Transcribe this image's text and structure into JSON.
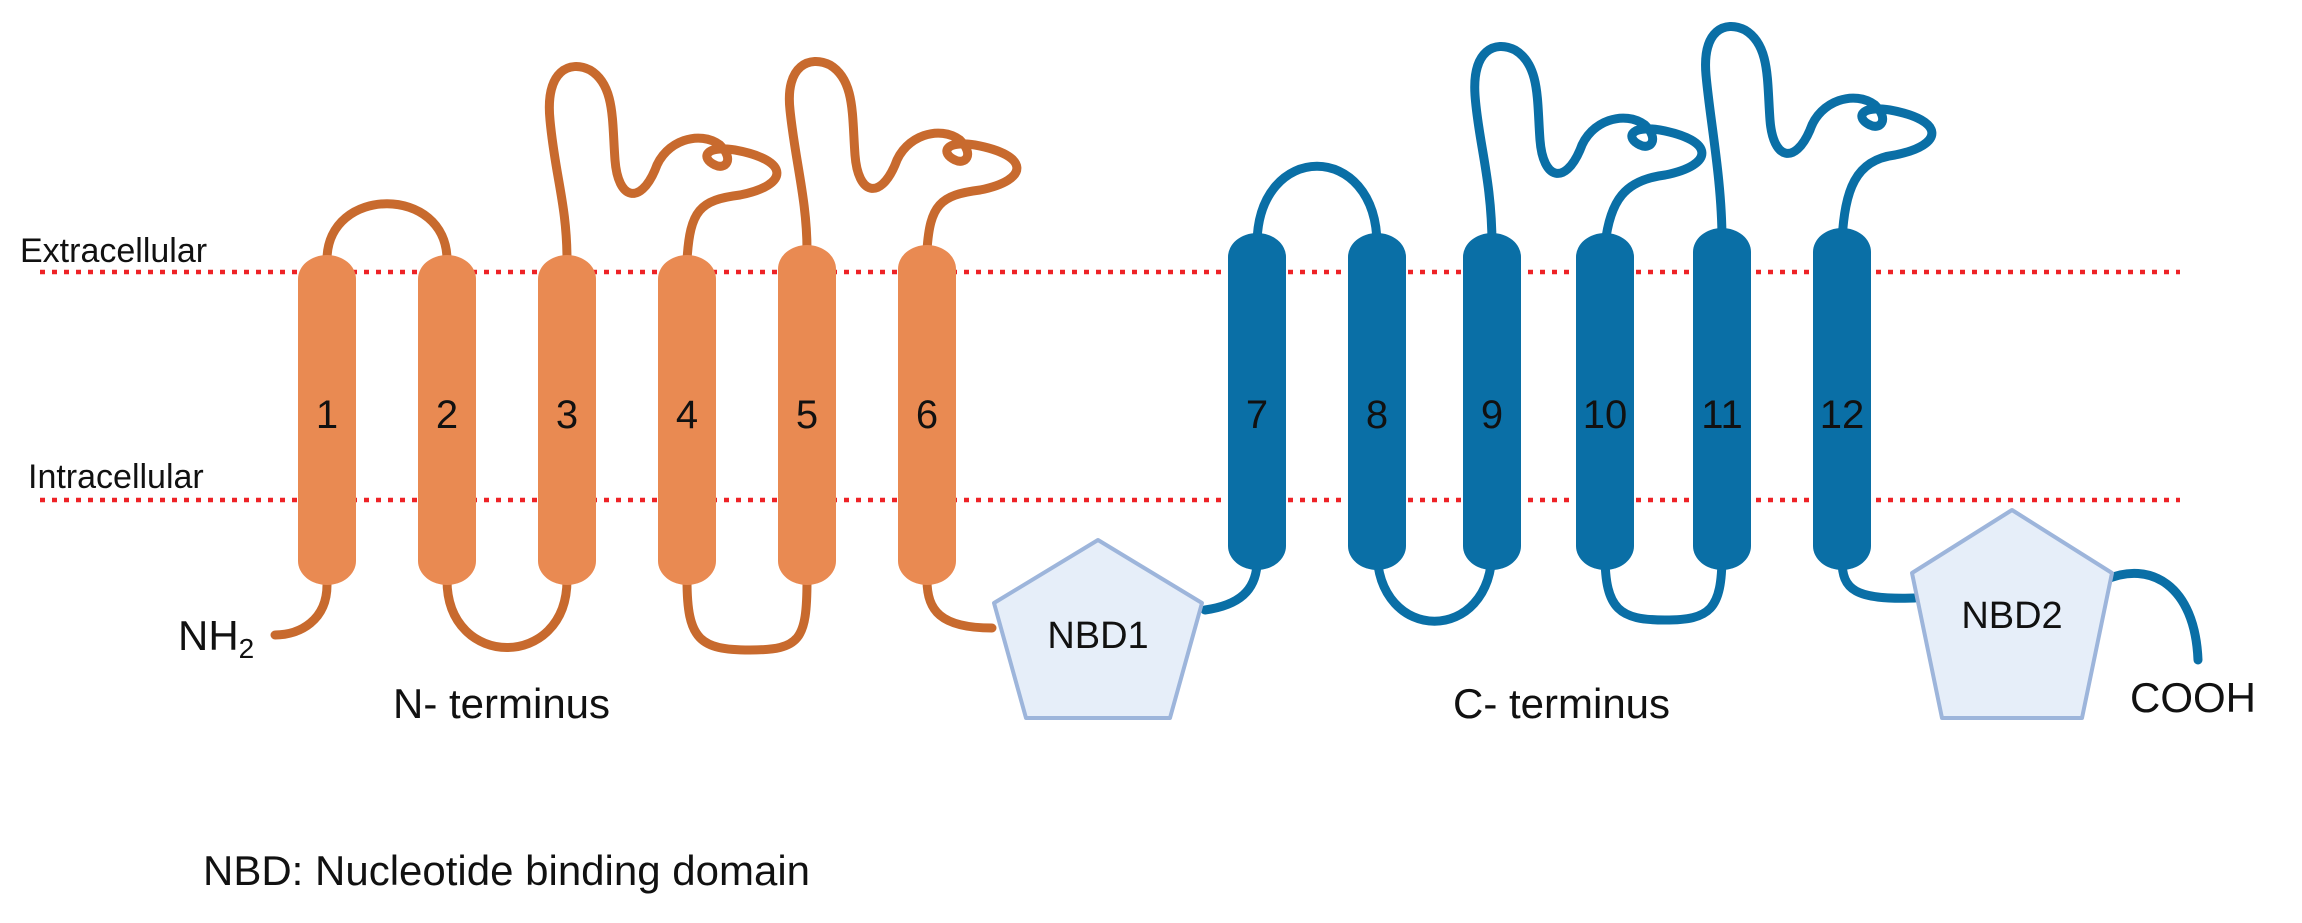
{
  "membrane": {
    "extracellular_label": "Extracellular",
    "intracellular_label": "Intracellular",
    "line_color": "#ee2226"
  },
  "n_domain": {
    "color": "#e98a52",
    "loop_color": "#c86a2e",
    "helices": [
      "1",
      "2",
      "3",
      "4",
      "5",
      "6"
    ],
    "terminus_label": "N- terminus",
    "end_label": "NH",
    "end_subscript": "2"
  },
  "c_domain": {
    "color": "#0a6fa6",
    "loop_color": "#0a6fa6",
    "helices": [
      "7",
      "8",
      "9",
      "10",
      "11",
      "12"
    ],
    "terminus_label": "C- terminus",
    "end_label": "COOH"
  },
  "nbd": {
    "fill": "#e6eef9",
    "stroke": "#9db5db",
    "labels": [
      "NBD1",
      "NBD2"
    ]
  },
  "legend": {
    "text": "NBD: Nucleotide binding domain"
  }
}
